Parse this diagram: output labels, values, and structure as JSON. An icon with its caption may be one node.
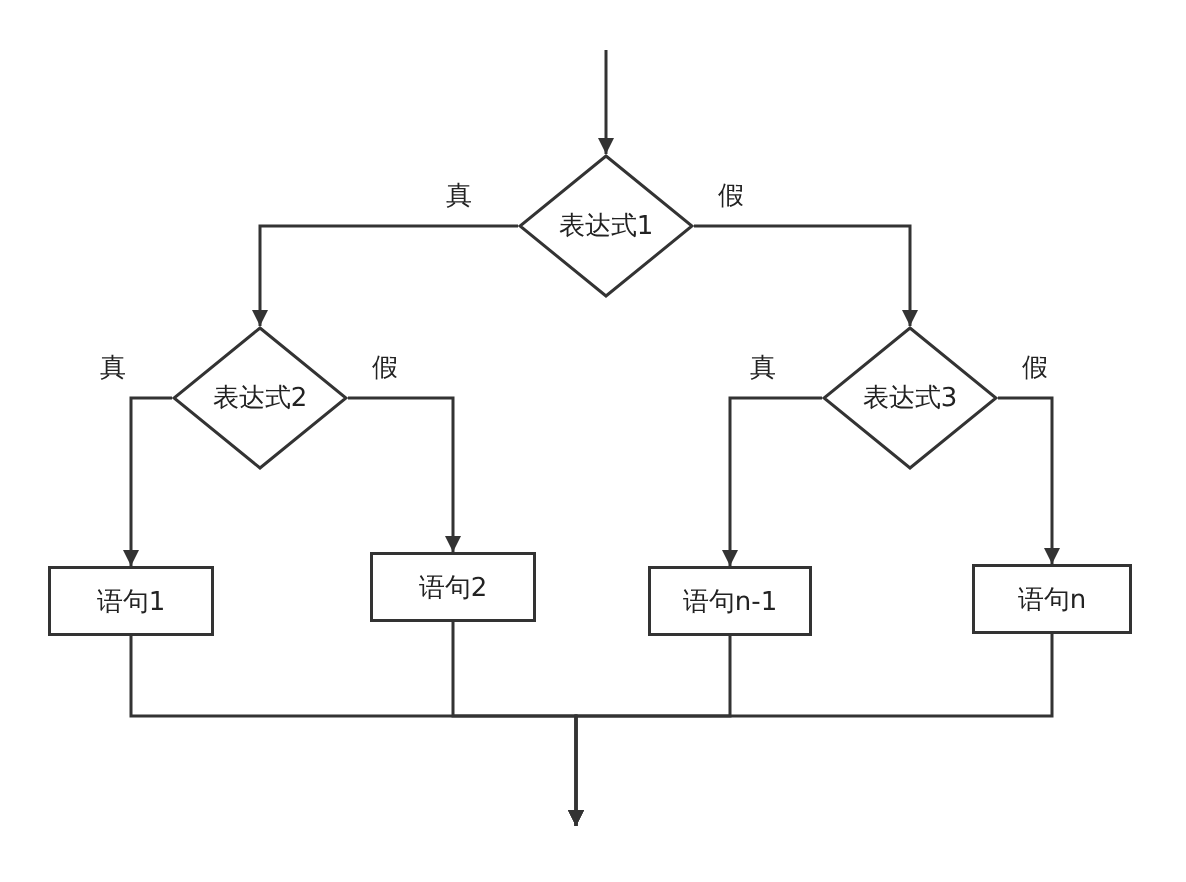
{
  "diagram": {
    "nodes": [
      {
        "text": [
          "表达式1"
        ]
      },
      {
        "text": [
          "表达式2"
        ]
      },
      {
        "text": [
          "表达式3"
        ]
      },
      {
        "text": [
          "语句1"
        ]
      },
      {
        "text": [
          "语句2"
        ]
      },
      {
        "text": [
          "语句n-1"
        ]
      },
      {
        "text": [
          "语句n"
        ]
      }
    ],
    "edges": [
      {
        "from": null,
        "to": 0,
        "arrow": "to"
      },
      {
        "from": 0,
        "to": 1,
        "arrow": "to",
        "label": "真"
      },
      {
        "from": 0,
        "to": 2,
        "arrow": "to",
        "label": "假"
      },
      {
        "from": 1,
        "to": 3,
        "arrow": "to",
        "label": "真"
      },
      {
        "from": 1,
        "to": 4,
        "arrow": "to",
        "label": "假"
      },
      {
        "from": 2,
        "to": 5,
        "arrow": "to",
        "label": "真"
      },
      {
        "from": 2,
        "to": 6,
        "arrow": "to",
        "label": "假"
      },
      {
        "from": 3,
        "to": null,
        "arrow": "to"
      },
      {
        "from": 4,
        "to": null,
        "arrow": "to"
      },
      {
        "from": 5,
        "to": null,
        "arrow": "to"
      },
      {
        "from": 6,
        "to": null,
        "arrow": "to"
      }
    ]
  }
}
